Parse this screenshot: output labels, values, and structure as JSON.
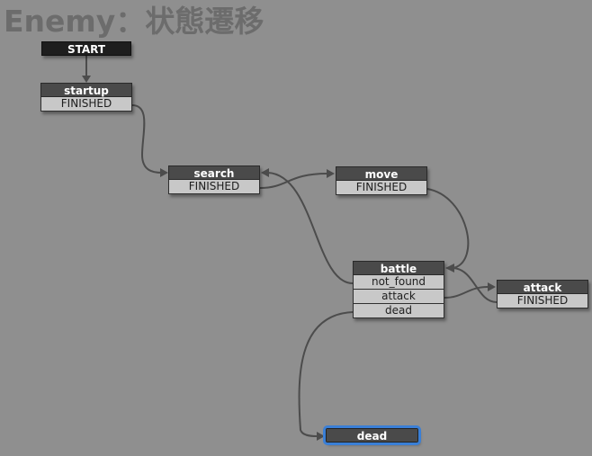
{
  "title": "Enemy：状態遷移",
  "start_label": "START",
  "nodes": {
    "startup": {
      "name": "startup",
      "events": [
        "FINISHED"
      ]
    },
    "search": {
      "name": "search",
      "events": [
        "FINISHED"
      ]
    },
    "move": {
      "name": "move",
      "events": [
        "FINISHED"
      ]
    },
    "battle": {
      "name": "battle",
      "events": [
        "not_found",
        "attack",
        "dead"
      ]
    },
    "attack": {
      "name": "attack",
      "events": [
        "FINISHED"
      ]
    },
    "dead": {
      "name": "dead",
      "events": []
    }
  },
  "transitions": [
    {
      "from": "START",
      "to": "startup"
    },
    {
      "from": "startup.FINISHED",
      "to": "search"
    },
    {
      "from": "search.FINISHED",
      "to": "move"
    },
    {
      "from": "move.FINISHED",
      "to": "battle"
    },
    {
      "from": "battle.not_found",
      "to": "search"
    },
    {
      "from": "battle.attack",
      "to": "attack"
    },
    {
      "from": "attack.FINISHED",
      "to": "battle"
    },
    {
      "from": "battle.dead",
      "to": "dead"
    }
  ],
  "colors": {
    "canvas_background": "#8f8f8f",
    "title_text": "#6c6c6c",
    "node_header": "#4a4a4a",
    "start_header": "#1e1e1e",
    "event_row": "#c8c8c8",
    "wire": "#4c4c4c",
    "selection_outline": "#3a7fd6"
  }
}
